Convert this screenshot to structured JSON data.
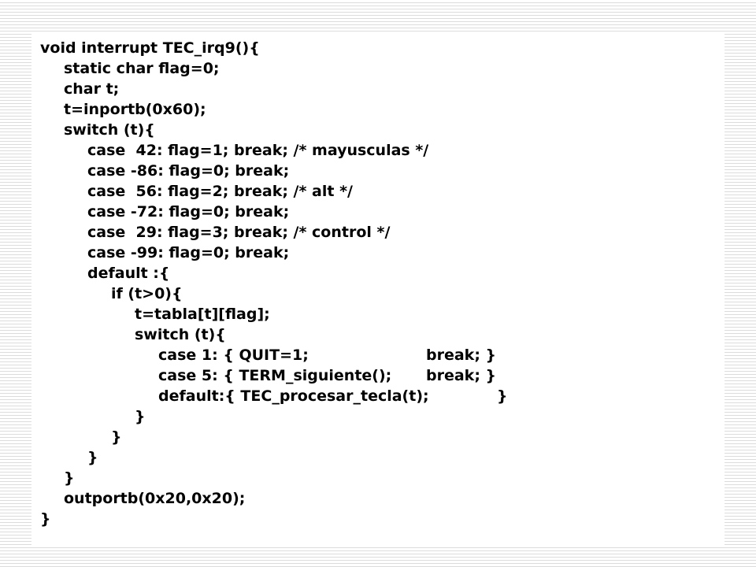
{
  "code_lines": [
    {
      "indent": 0,
      "text": "void interrupt TEC_irq9(){"
    },
    {
      "indent": 1,
      "text": "static char flag=0;"
    },
    {
      "indent": 1,
      "text": "char t;"
    },
    {
      "indent": 1,
      "text": "t=inportb(0x60);"
    },
    {
      "indent": 1,
      "text": "switch (t){"
    },
    {
      "indent": 2,
      "text": "case  42: flag=1; break; /* mayusculas */"
    },
    {
      "indent": 2,
      "text": "case -86: flag=0; break;"
    },
    {
      "indent": 2,
      "text": "case  56: flag=2; break; /* alt */"
    },
    {
      "indent": 2,
      "text": "case -72: flag=0; break;"
    },
    {
      "indent": 2,
      "text": "case  29: flag=3; break; /* control */"
    },
    {
      "indent": 2,
      "text": "case -99: flag=0; break;"
    },
    {
      "indent": 2,
      "text": "default :{"
    },
    {
      "indent": 3,
      "text": "if (t>0){"
    },
    {
      "indent": 4,
      "text": "t=tabla[t][flag];"
    },
    {
      "indent": 4,
      "text": "switch (t){"
    },
    {
      "indent": 5,
      "text": "case 1: { QUIT=1;",
      "text_b": "break; }"
    },
    {
      "indent": 5,
      "text": "case 5: { TERM_siguiente();",
      "text_b": "break; }"
    },
    {
      "indent": 5,
      "text": "default:{ TEC_procesar_tecla(t);",
      "text_b": "}"
    },
    {
      "indent": 4,
      "text": "}"
    },
    {
      "indent": 3,
      "text": "}"
    },
    {
      "indent": 2,
      "text": "}"
    },
    {
      "indent": 1,
      "text": "}"
    },
    {
      "indent": 1,
      "text": "outportb(0x20,0x20);"
    },
    {
      "indent": 0,
      "text": "}"
    }
  ],
  "colors": {
    "text": "#000000",
    "slide_background": "#ffffff",
    "stripe": "#dcdcdc"
  }
}
